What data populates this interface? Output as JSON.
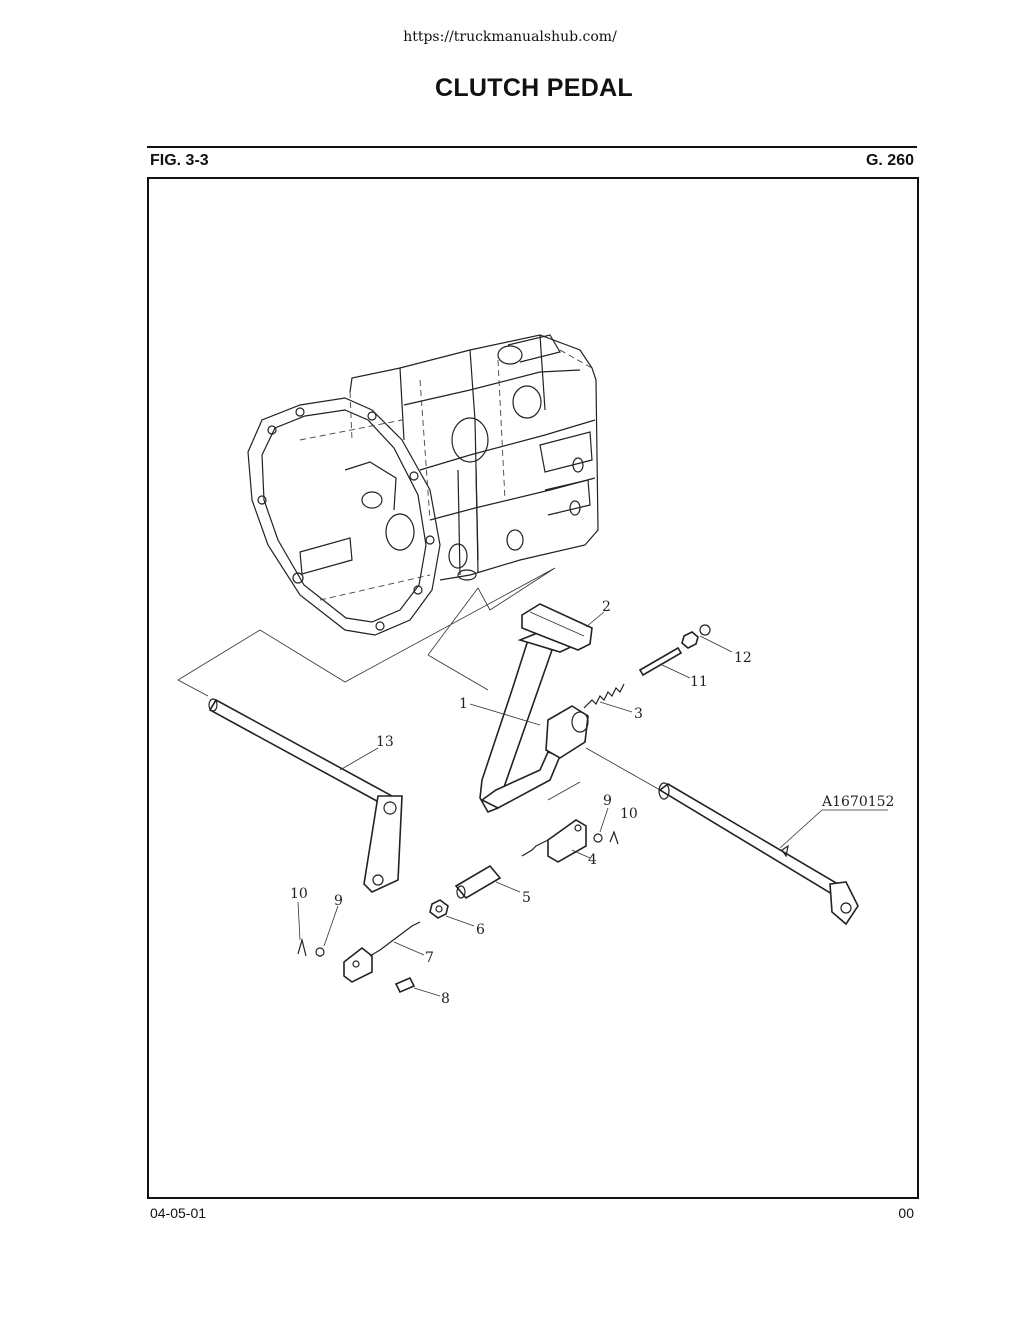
{
  "header": {
    "url": "https://truckmanualshub.com/",
    "title": "CLUTCH PEDAL",
    "fig": "FIG. 3-3",
    "group": "G. 260"
  },
  "footer": {
    "date": "04-05-01",
    "revision": "00"
  },
  "callouts": {
    "c1": "1",
    "c2": "2",
    "c3": "3",
    "c4": "4",
    "c5": "5",
    "c6": "6",
    "c7": "7",
    "c8": "8",
    "c9a": "9",
    "c9b": "9",
    "c10a": "10",
    "c10b": "10",
    "c11": "11",
    "c12": "12",
    "c13": "13",
    "part_number": "A1670152"
  }
}
